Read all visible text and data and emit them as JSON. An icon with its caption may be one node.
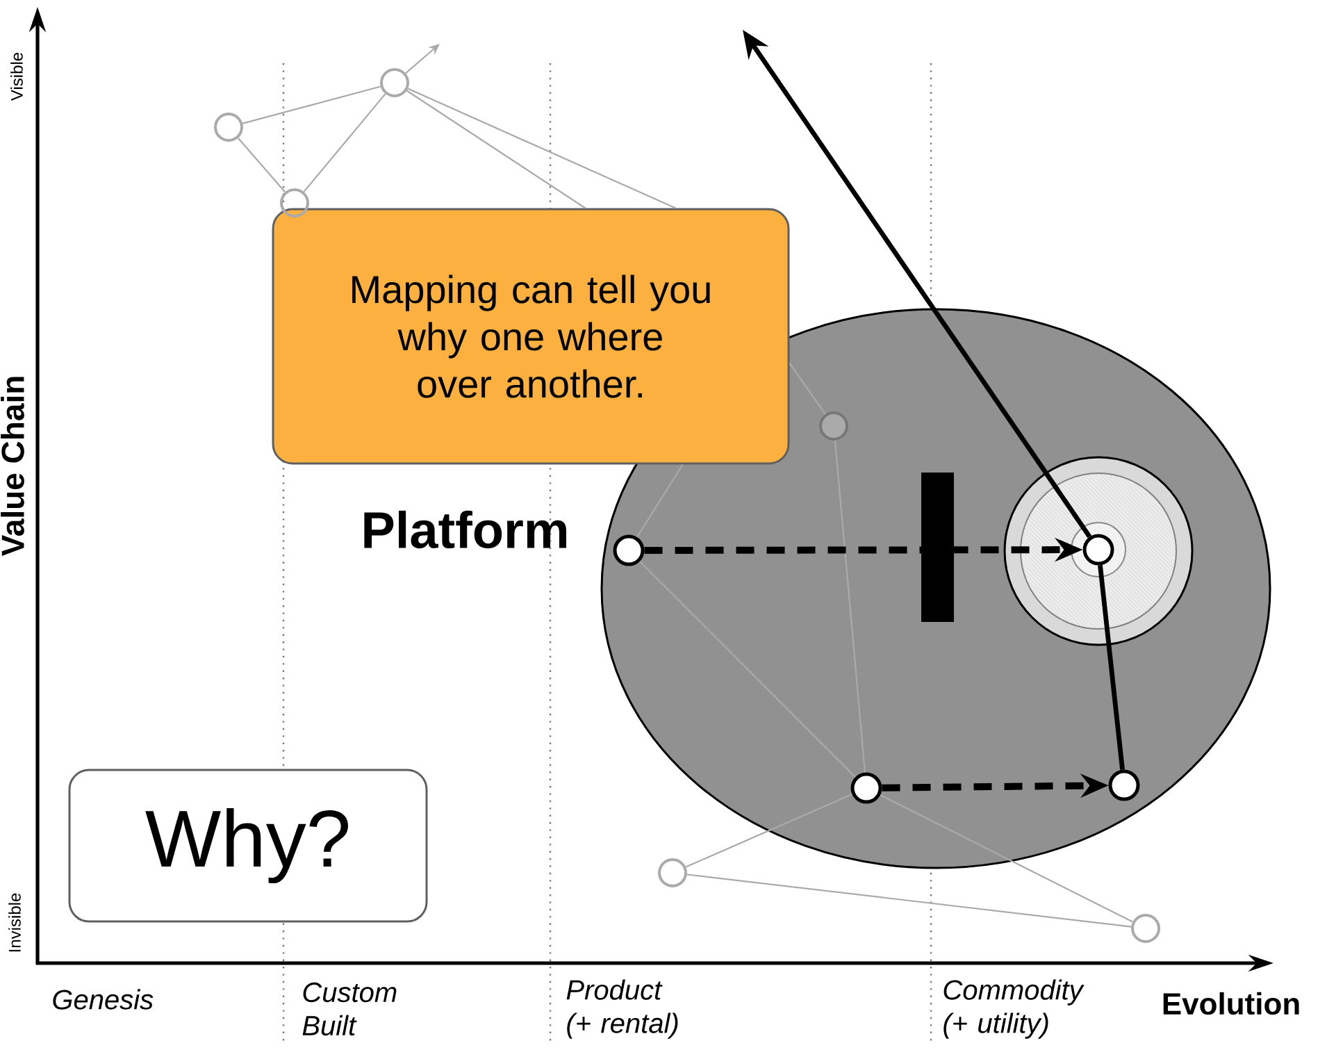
{
  "diagram": {
    "nodes": [
      {
        "text": [
          "Mapping can tell you why one where over another."
        ]
      },
      {
        "text": [
          "Why?"
        ]
      },
      {
        "text": [],
        "shape": "circle"
      },
      {
        "text": [],
        "shape": "circle"
      },
      {
        "text": [],
        "shape": "circle"
      },
      {
        "text": [],
        "shape": "ellipse"
      },
      {
        "text": [],
        "shape": "circle",
        "in": 5
      },
      {
        "text": [],
        "shape": "circle",
        "in": 5
      },
      {
        "text": [],
        "shape": "circle",
        "in": 5,
        "beside": [
          "Platform"
        ]
      },
      {
        "text": [],
        "shape": "circle",
        "in": 7
      },
      {
        "text": [],
        "shape": "circle",
        "in": 5
      },
      {
        "text": [],
        "shape": "circle",
        "in": 5
      },
      {
        "text": [],
        "shape": "circle"
      },
      {
        "text": [],
        "shape": "circle"
      }
    ],
    "edges": [
      {
        "from": 2,
        "to": 3,
        "arrow": "none"
      },
      {
        "from": 2,
        "to": 4,
        "arrow": "none"
      },
      {
        "from": 4,
        "to": 3,
        "arrow": "none"
      },
      {
        "from": 3,
        "to": null,
        "arrow": "to"
      },
      {
        "from": 3,
        "to": 0,
        "arrow": "none"
      },
      {
        "from": 3,
        "to": 0,
        "arrow": "none"
      },
      {
        "from": 0,
        "to": 8,
        "arrow": "none"
      },
      {
        "from": 0,
        "to": 6,
        "arrow": "none"
      },
      {
        "from": 6,
        "to": 10,
        "arrow": "none"
      },
      {
        "from": 8,
        "to": 10,
        "arrow": "none"
      },
      {
        "from": 10,
        "to": 12,
        "arrow": "none"
      },
      {
        "from": 10,
        "to": 13,
        "arrow": "none"
      },
      {
        "from": 12,
        "to": 13,
        "arrow": "none"
      },
      {
        "from": 8,
        "to": 9,
        "arrow": "to",
        "style": "dashed",
        "color": "#000000"
      },
      {
        "from": 10,
        "to": 11,
        "arrow": "to",
        "style": "dashed",
        "color": "#000000"
      },
      {
        "from": 9,
        "to": 11,
        "arrow": "none",
        "style": "thick",
        "color": "#000000"
      },
      {
        "from": 9,
        "to": null,
        "arrow": "to",
        "style": "thick",
        "color": "#000000"
      }
    ],
    "labels": [
      "Visible",
      "Invisible",
      "Value Chain",
      "Genesis",
      "Custom Built",
      "Product (+ rental)",
      "Commodity (+ utility)",
      "Evolution"
    ]
  }
}
